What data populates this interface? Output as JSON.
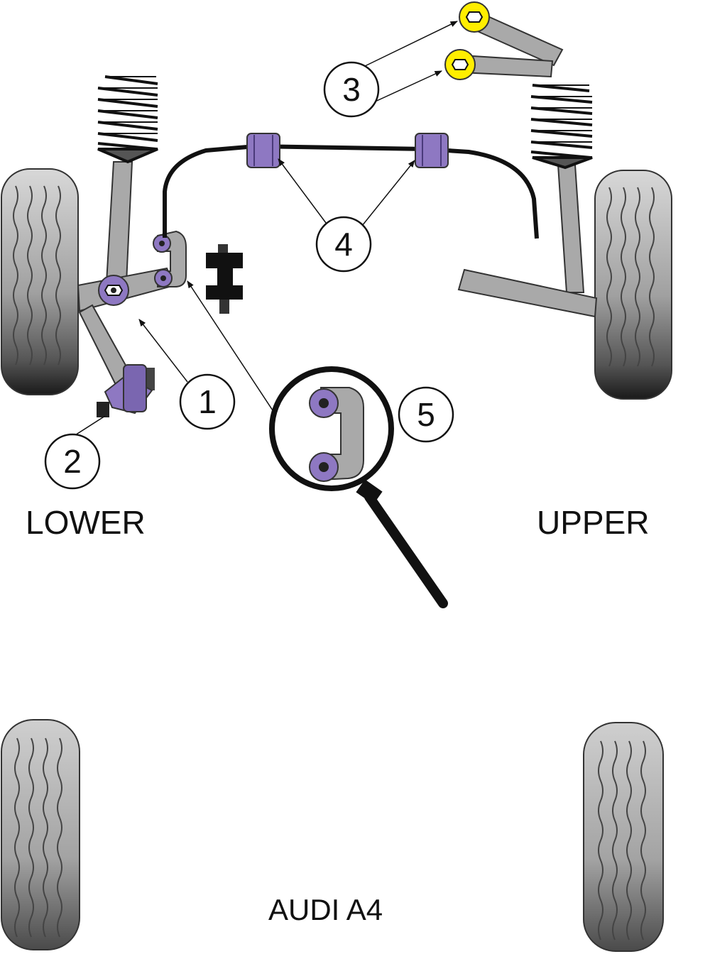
{
  "labels": {
    "lower": "LOWER",
    "upper": "UPPER",
    "title": "AUDI A4"
  },
  "callouts": [
    "1",
    "2",
    "3",
    "4",
    "5"
  ],
  "colors": {
    "bush_purple": "#8e78c2",
    "bush_yellow": "#ffee00",
    "arm_grey": "#a9a9a9",
    "tyre_grey": "#bdbdbd",
    "mount_black": "#111111",
    "background": "#ffffff"
  },
  "icons": [
    "tyre-icon",
    "coil-spring-icon",
    "magnifier-icon",
    "nut-icon"
  ]
}
